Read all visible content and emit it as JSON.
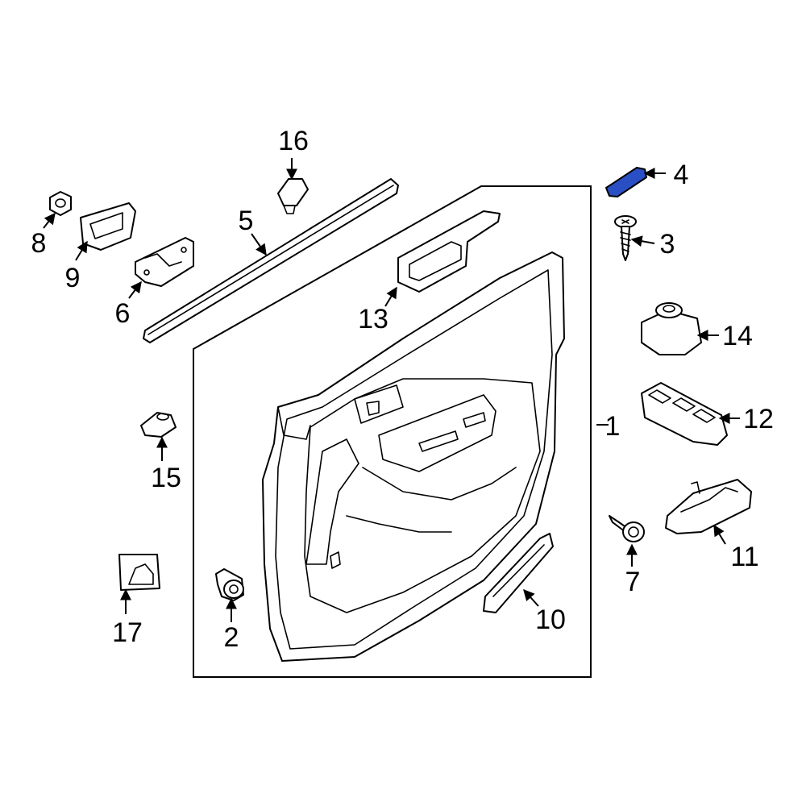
{
  "diagram": {
    "highlight_color": "#2a4fc4",
    "callouts": [
      {
        "id": "1",
        "label": "1"
      },
      {
        "id": "2",
        "label": "2"
      },
      {
        "id": "3",
        "label": "3"
      },
      {
        "id": "4",
        "label": "4",
        "highlighted": true
      },
      {
        "id": "5",
        "label": "5"
      },
      {
        "id": "6",
        "label": "6"
      },
      {
        "id": "7",
        "label": "7"
      },
      {
        "id": "8",
        "label": "8"
      },
      {
        "id": "9",
        "label": "9"
      },
      {
        "id": "10",
        "label": "10"
      },
      {
        "id": "11",
        "label": "11"
      },
      {
        "id": "12",
        "label": "12"
      },
      {
        "id": "13",
        "label": "13"
      },
      {
        "id": "14",
        "label": "14"
      },
      {
        "id": "15",
        "label": "15"
      },
      {
        "id": "16",
        "label": "16"
      },
      {
        "id": "17",
        "label": "17"
      }
    ]
  }
}
